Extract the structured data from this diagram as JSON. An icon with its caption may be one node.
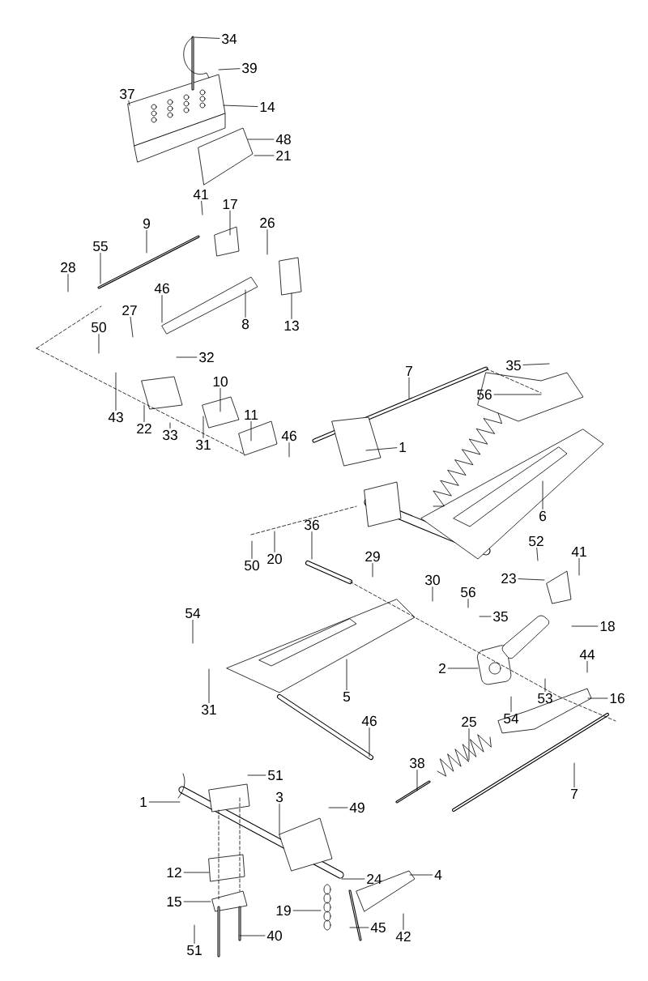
{
  "diagram": {
    "nodes": [
      {
        "text": [
          "34"
        ]
      },
      {
        "text": [
          "39"
        ]
      },
      {
        "text": [
          "37"
        ]
      },
      {
        "text": [
          "14"
        ]
      },
      {
        "text": [
          "48"
        ]
      },
      {
        "text": [
          "21"
        ]
      },
      {
        "text": [
          "41"
        ]
      },
      {
        "text": [
          "17"
        ]
      },
      {
        "text": [
          "26"
        ]
      },
      {
        "text": [
          "9"
        ]
      },
      {
        "text": [
          "55"
        ]
      },
      {
        "text": [
          "28"
        ]
      },
      {
        "text": [
          "46"
        ]
      },
      {
        "text": [
          "27"
        ]
      },
      {
        "text": [
          "50"
        ]
      },
      {
        "text": [
          "8"
        ]
      },
      {
        "text": [
          "13"
        ]
      },
      {
        "text": [
          "32"
        ]
      },
      {
        "text": [
          "10"
        ]
      },
      {
        "text": [
          "11"
        ]
      },
      {
        "text": [
          "43"
        ]
      },
      {
        "text": [
          "22"
        ]
      },
      {
        "text": [
          "33"
        ]
      },
      {
        "text": [
          "31"
        ]
      },
      {
        "text": [
          "46"
        ]
      },
      {
        "text": [
          "7"
        ]
      },
      {
        "text": [
          "35"
        ]
      },
      {
        "text": [
          "56"
        ]
      },
      {
        "text": [
          "1"
        ]
      },
      {
        "text": [
          "6"
        ]
      },
      {
        "text": [
          "50"
        ]
      },
      {
        "text": [
          "20"
        ]
      },
      {
        "text": [
          "36"
        ]
      },
      {
        "text": [
          "29"
        ]
      },
      {
        "text": [
          "30"
        ]
      },
      {
        "text": [
          "52"
        ]
      },
      {
        "text": [
          "23"
        ]
      },
      {
        "text": [
          "41"
        ]
      },
      {
        "text": [
          "56"
        ]
      },
      {
        "text": [
          "35"
        ]
      },
      {
        "text": [
          "18"
        ]
      },
      {
        "text": [
          "54"
        ]
      },
      {
        "text": [
          "2"
        ]
      },
      {
        "text": [
          "53"
        ]
      },
      {
        "text": [
          "44"
        ]
      },
      {
        "text": [
          "16"
        ]
      },
      {
        "text": [
          "31"
        ]
      },
      {
        "text": [
          "5"
        ]
      },
      {
        "text": [
          "54"
        ]
      },
      {
        "text": [
          "46"
        ]
      },
      {
        "text": [
          "25"
        ]
      },
      {
        "text": [
          "38"
        ]
      },
      {
        "text": [
          "7"
        ]
      },
      {
        "text": [
          "51"
        ]
      },
      {
        "text": [
          "1"
        ]
      },
      {
        "text": [
          "3"
        ]
      },
      {
        "text": [
          "49"
        ]
      },
      {
        "text": [
          "12"
        ]
      },
      {
        "text": [
          "4"
        ]
      },
      {
        "text": [
          "24"
        ]
      },
      {
        "text": [
          "15"
        ]
      },
      {
        "text": [
          "19"
        ]
      },
      {
        "text": [
          "45"
        ]
      },
      {
        "text": [
          "42"
        ]
      },
      {
        "text": [
          "40"
        ]
      },
      {
        "text": [
          "51"
        ]
      }
    ],
    "edges": [
      {
        "from": 0,
        "to": null,
        "arrow": "none"
      },
      {
        "from": 1,
        "to": null,
        "arrow": "none"
      },
      {
        "from": 2,
        "to": null,
        "arrow": "none"
      },
      {
        "from": 3,
        "to": null,
        "arrow": "none"
      },
      {
        "from": 4,
        "to": null,
        "arrow": "none"
      },
      {
        "from": 5,
        "to": null,
        "arrow": "none"
      },
      {
        "from": 6,
        "to": null,
        "arrow": "none"
      },
      {
        "from": 7,
        "to": null,
        "arrow": "none"
      },
      {
        "from": 8,
        "to": null,
        "arrow": "none"
      },
      {
        "from": 9,
        "to": null,
        "arrow": "none"
      },
      {
        "from": 10,
        "to": null,
        "arrow": "none"
      },
      {
        "from": 11,
        "to": null,
        "arrow": "none"
      },
      {
        "from": 12,
        "to": null,
        "arrow": "none"
      },
      {
        "from": 13,
        "to": null,
        "arrow": "none"
      },
      {
        "from": 14,
        "to": null,
        "arrow": "none"
      },
      {
        "from": 15,
        "to": null,
        "arrow": "none"
      },
      {
        "from": 16,
        "to": null,
        "arrow": "none"
      },
      {
        "from": 17,
        "to": null,
        "arrow": "none"
      },
      {
        "from": 18,
        "to": null,
        "arrow": "none"
      },
      {
        "from": 19,
        "to": null,
        "arrow": "none"
      },
      {
        "from": 20,
        "to": null,
        "arrow": "none"
      },
      {
        "from": 21,
        "to": null,
        "arrow": "none"
      },
      {
        "from": 22,
        "to": null,
        "arrow": "none"
      },
      {
        "from": 23,
        "to": null,
        "arrow": "none"
      },
      {
        "from": 24,
        "to": null,
        "arrow": "none"
      },
      {
        "from": 25,
        "to": null,
        "arrow": "none"
      },
      {
        "from": 26,
        "to": null,
        "arrow": "none"
      },
      {
        "from": 27,
        "to": null,
        "arrow": "none"
      },
      {
        "from": 28,
        "to": null,
        "arrow": "none"
      },
      {
        "from": 29,
        "to": null,
        "arrow": "none"
      },
      {
        "from": 30,
        "to": null,
        "arrow": "none"
      },
      {
        "from": 31,
        "to": null,
        "arrow": "none"
      },
      {
        "from": 32,
        "to": null,
        "arrow": "none"
      },
      {
        "from": 33,
        "to": null,
        "arrow": "none"
      },
      {
        "from": 34,
        "to": null,
        "arrow": "none"
      },
      {
        "from": 35,
        "to": null,
        "arrow": "none"
      },
      {
        "from": 36,
        "to": null,
        "arrow": "none"
      },
      {
        "from": 37,
        "to": null,
        "arrow": "none"
      },
      {
        "from": 38,
        "to": null,
        "arrow": "none"
      },
      {
        "from": 39,
        "to": null,
        "arrow": "none"
      },
      {
        "from": 40,
        "to": null,
        "arrow": "none"
      },
      {
        "from": 41,
        "to": null,
        "arrow": "none"
      },
      {
        "from": 42,
        "to": null,
        "arrow": "none"
      },
      {
        "from": 43,
        "to": null,
        "arrow": "none"
      },
      {
        "from": 44,
        "to": null,
        "arrow": "none"
      },
      {
        "from": 45,
        "to": null,
        "arrow": "none"
      },
      {
        "from": 46,
        "to": null,
        "arrow": "none"
      },
      {
        "from": 47,
        "to": null,
        "arrow": "none"
      },
      {
        "from": 48,
        "to": null,
        "arrow": "none"
      },
      {
        "from": 49,
        "to": null,
        "arrow": "none"
      },
      {
        "from": 50,
        "to": null,
        "arrow": "none"
      },
      {
        "from": 51,
        "to": null,
        "arrow": "none"
      },
      {
        "from": 52,
        "to": null,
        "arrow": "none"
      },
      {
        "from": 53,
        "to": null,
        "arrow": "none"
      },
      {
        "from": 54,
        "to": null,
        "arrow": "none"
      },
      {
        "from": 55,
        "to": null,
        "arrow": "none"
      },
      {
        "from": 56,
        "to": null,
        "arrow": "none"
      },
      {
        "from": 57,
        "to": null,
        "arrow": "none"
      },
      {
        "from": 58,
        "to": null,
        "arrow": "none"
      },
      {
        "from": 59,
        "to": null,
        "arrow": "none"
      },
      {
        "from": 60,
        "to": null,
        "arrow": "none"
      },
      {
        "from": 61,
        "to": null,
        "arrow": "none"
      },
      {
        "from": 62,
        "to": null,
        "arrow": "none"
      },
      {
        "from": 63,
        "to": null,
        "arrow": "none"
      },
      {
        "from": 64,
        "to": null,
        "arrow": "none"
      },
      {
        "from": 65,
        "to": null,
        "arrow": "none"
      }
    ]
  }
}
